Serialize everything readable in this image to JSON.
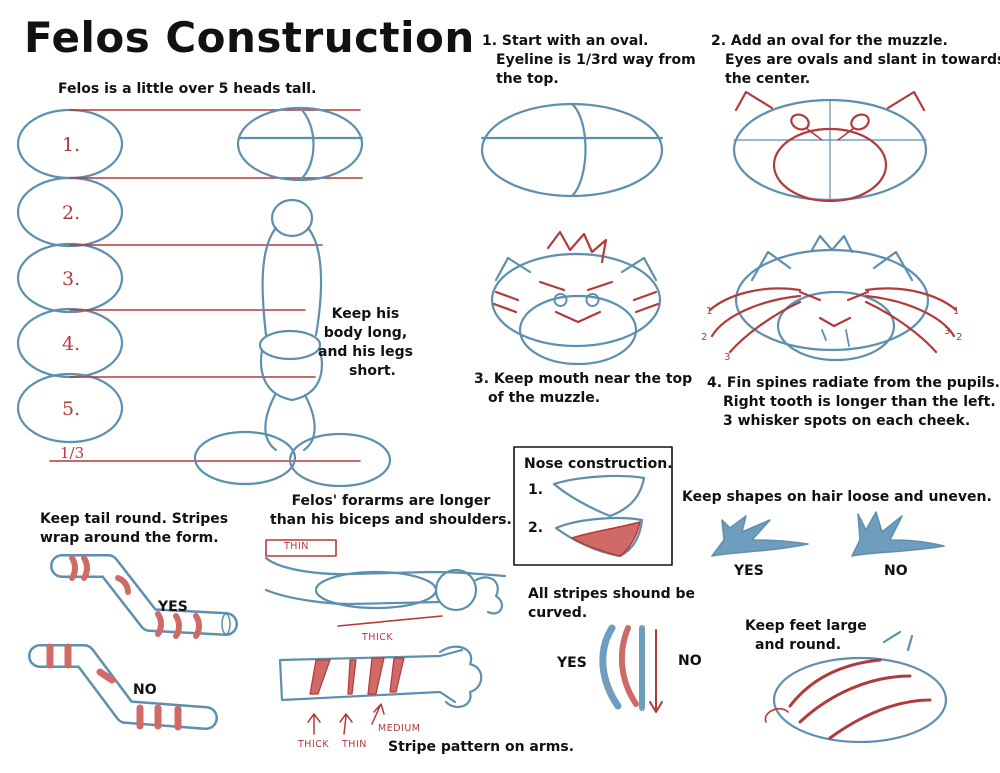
{
  "title": "Felos Construction",
  "heads_caption": "Felos is a little over 5 heads tall.",
  "head_numbers": [
    "1.",
    "2.",
    "3.",
    "4.",
    "5."
  ],
  "third_mark": "1/3",
  "body_note": [
    "Keep his",
    "body long,",
    "and his legs",
    "short."
  ],
  "step1": [
    "1. Start with an oval.",
    "Eyeline is 1/3rd way from",
    "the top."
  ],
  "step2": [
    "2. Add an oval for the muzzle.",
    "Eyes are ovals and slant in towards",
    "the center."
  ],
  "step3": [
    "3. Keep mouth near the top",
    "of the muzzle."
  ],
  "step4": [
    "4. Fin spines radiate from the pupils.",
    "Right tooth is longer than the left.",
    "3 whisker spots on each cheek."
  ],
  "spine_numbers": [
    "1",
    "2",
    "3",
    "1",
    "2",
    "3"
  ],
  "tail": {
    "caption": [
      "Keep tail round.  Stripes",
      "wrap around the form."
    ],
    "yes": "YES",
    "no": "NO"
  },
  "forearms": {
    "caption": [
      "Felos' forarms are longer",
      "than his biceps and shoulders."
    ],
    "thin": "THIN",
    "thick": "THICK"
  },
  "arm_stripes": {
    "thick": "THICK",
    "thin": "THIN",
    "medium": "MEDIUM",
    "caption": "Stripe pattern on arms."
  },
  "nose": {
    "title": "Nose construction.",
    "step1": "1.",
    "step2": "2."
  },
  "stripes": {
    "caption": [
      "All stripes shound be",
      "curved."
    ],
    "yes": "YES",
    "no": "NO"
  },
  "hair": {
    "caption": "Keep shapes on hair loose and uneven.",
    "yes": "YES",
    "no": "NO"
  },
  "feet": {
    "caption": [
      "Keep feet large",
      "and round."
    ]
  },
  "colors": {
    "pencil_blue": "#5d8fae",
    "pencil_red": "#b33a3a",
    "fill_red": "#cf6a66",
    "fill_blue": "#6f9dbd"
  }
}
